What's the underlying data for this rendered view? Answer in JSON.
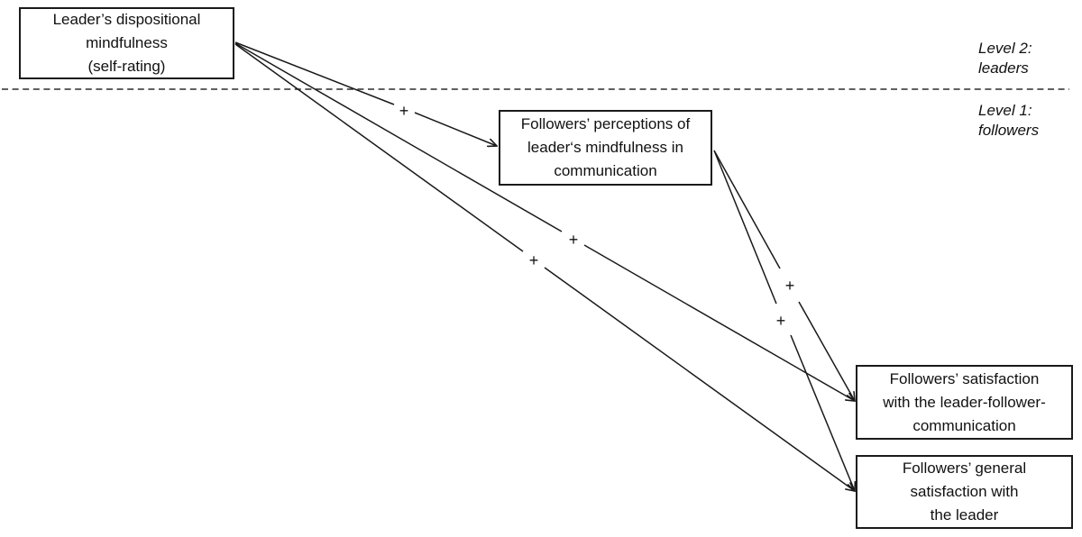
{
  "figure": {
    "type": "multilevel-path-diagram",
    "background": "#ffffff",
    "line_color": "#1a1a1a"
  },
  "levels": {
    "level2_label": "Level 2:\nleaders",
    "level1_label": "Level 1:\nfollowers"
  },
  "nodes": {
    "leader_mindfulness": {
      "label": "Leader’s dispositional\nmindfulness\n(self-rating)"
    },
    "follower_perceptions": {
      "label": "Followers’ perceptions of\nleader‘s mindfulness in\ncommunication"
    },
    "satisfaction_communication": {
      "label": "Followers’ satisfaction\nwith the leader-follower-\ncommunication"
    },
    "general_satisfaction": {
      "label": "Followers’ general\nsatisfaction with\nthe leader"
    }
  },
  "edges": [
    {
      "from": "leader_mindfulness",
      "to": "follower_perceptions",
      "sign": "+"
    },
    {
      "from": "leader_mindfulness",
      "to": "satisfaction_communication",
      "sign": "+"
    },
    {
      "from": "leader_mindfulness",
      "to": "general_satisfaction",
      "sign": "+"
    },
    {
      "from": "follower_perceptions",
      "to": "satisfaction_communication",
      "sign": "+"
    },
    {
      "from": "follower_perceptions",
      "to": "general_satisfaction",
      "sign": "+"
    }
  ]
}
